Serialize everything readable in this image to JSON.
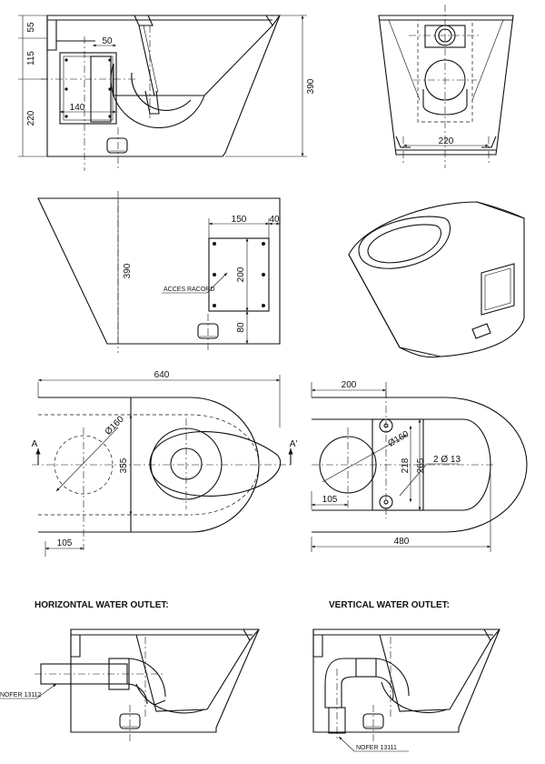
{
  "views": {
    "side_elevation": {
      "dims": {
        "d55": "55",
        "d115": "115",
        "d220": "220",
        "d50": "50",
        "d140": "140",
        "d390": "390"
      }
    },
    "front_elevation": {
      "dims": {
        "d220": "220"
      }
    },
    "rear_elevation": {
      "dims": {
        "d150": "150",
        "d40": "40",
        "d390": "390",
        "d200": "200",
        "d80": "80"
      },
      "label": "ACCES RACORD"
    },
    "plan_view": {
      "dims": {
        "d640": "640",
        "d355": "355",
        "dia160": "Ø160",
        "d105": "105"
      },
      "section_a": "A",
      "section_a_prime": "A'"
    },
    "bottom_view": {
      "dims": {
        "d200": "200",
        "dia160": "Ø160",
        "d218": "218",
        "d265": "265",
        "d105": "105",
        "d480": "480",
        "holes": "2 Ø 13"
      }
    }
  },
  "horizontal_outlet": {
    "title": "HORIZONTAL WATER OUTLET:",
    "part": "NOFER 13112"
  },
  "vertical_outlet": {
    "title": "VERTICAL WATER OUTLET:",
    "part": "NOFER 13111"
  }
}
